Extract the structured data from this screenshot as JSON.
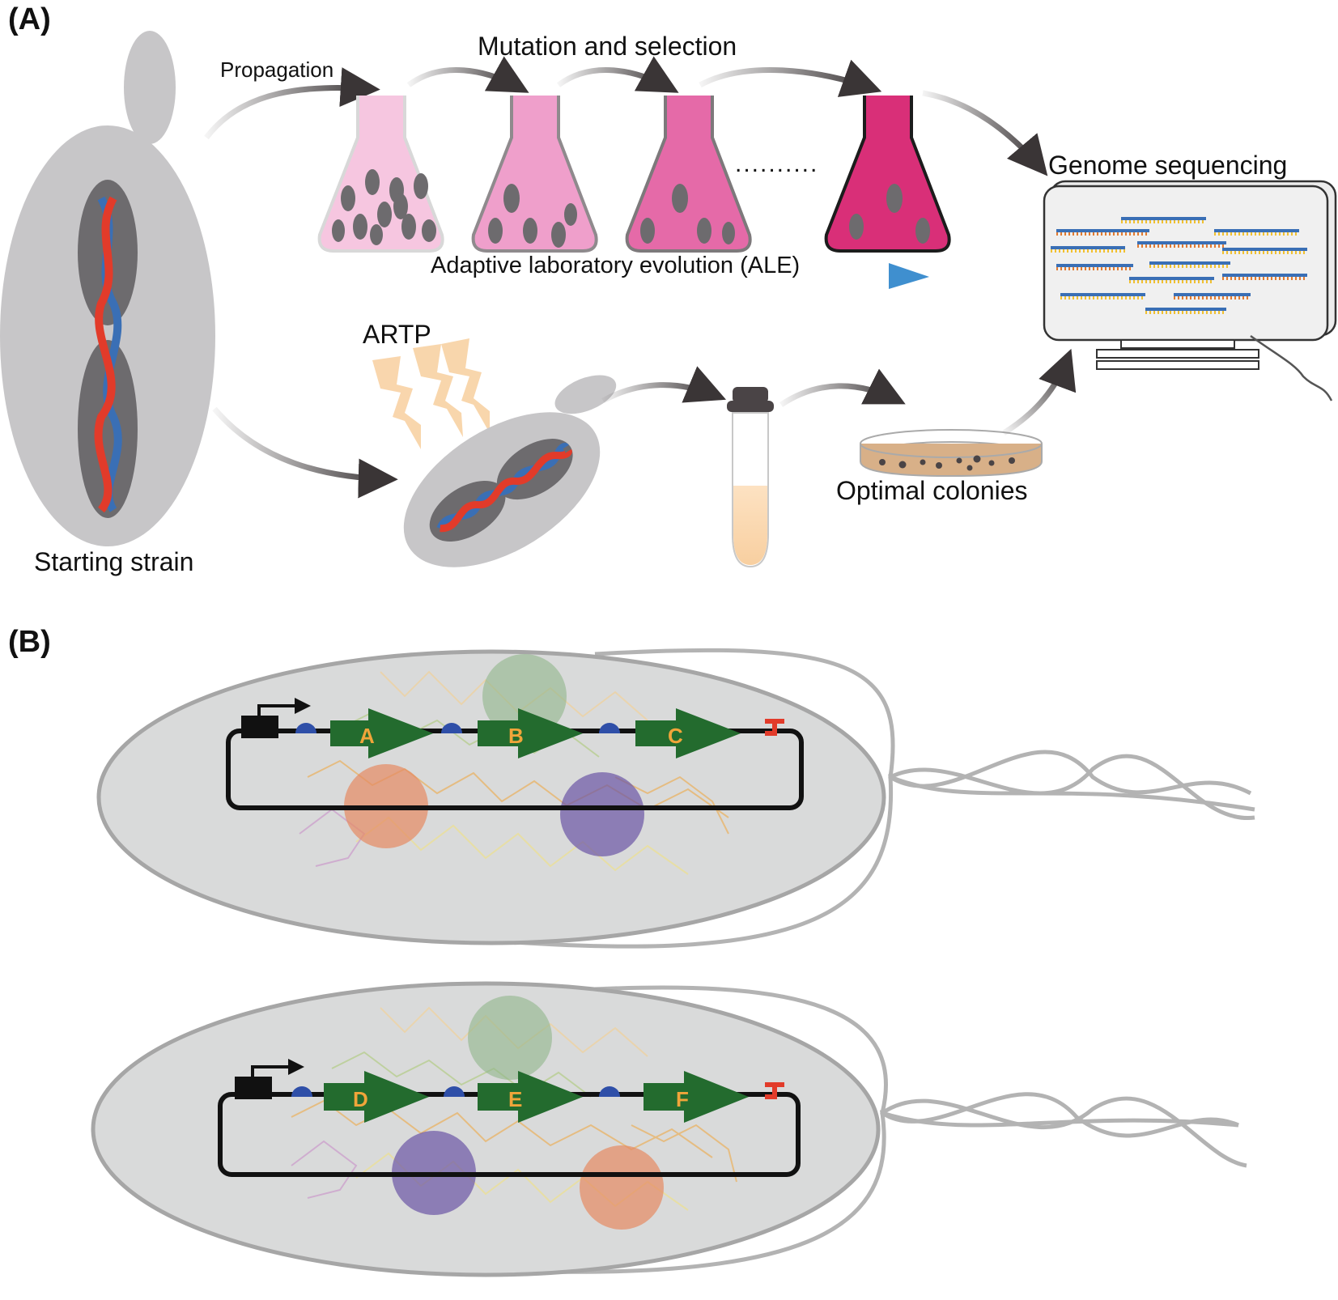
{
  "panels": {
    "a": {
      "label": "(A)",
      "propagation": "Propagation",
      "mutation": "Mutation and selection",
      "ale": "Adaptive laboratory evolution (ALE)",
      "genome": "Genome sequencing",
      "artp": "ARTP",
      "colonies": "Optimal colonies",
      "starting": "Starting strain",
      "dots": "..........",
      "flask_colors": [
        "#f6c6e0",
        "#ef9fcb",
        "#e56aa8",
        "#d92f78"
      ]
    },
    "b": {
      "label": "(B)",
      "cell1_genes": [
        "A",
        "B",
        "C"
      ],
      "cell2_genes": [
        "D",
        "E",
        "F"
      ]
    }
  },
  "colors": {
    "cell": "#c7c6c8",
    "nucleus": "#6d6b6e",
    "dna_red": "#e23b2a",
    "dna_blue": "#3a6fb5",
    "gene_green": "#236b2e",
    "rbs_blue": "#2f4fa8",
    "terminator": "#e23b2a",
    "ale_arrow": "#3f8fcf",
    "artp_beam": "#f8d2a4",
    "bacterium": "#d9dada"
  }
}
